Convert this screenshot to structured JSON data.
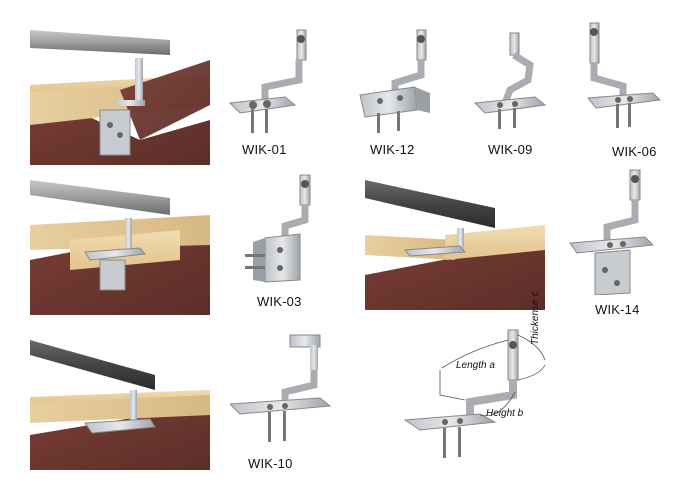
{
  "products": [
    {
      "code": "WIK-01"
    },
    {
      "code": "WIK-12"
    },
    {
      "code": "WIK-09"
    },
    {
      "code": "WIK-06"
    },
    {
      "code": "WIK-03"
    },
    {
      "code": "WIK-14"
    },
    {
      "code": "WIK-10"
    }
  ],
  "dimensions": {
    "length": "Length a",
    "height": "Height b",
    "thickness": "Thickense c"
  }
}
